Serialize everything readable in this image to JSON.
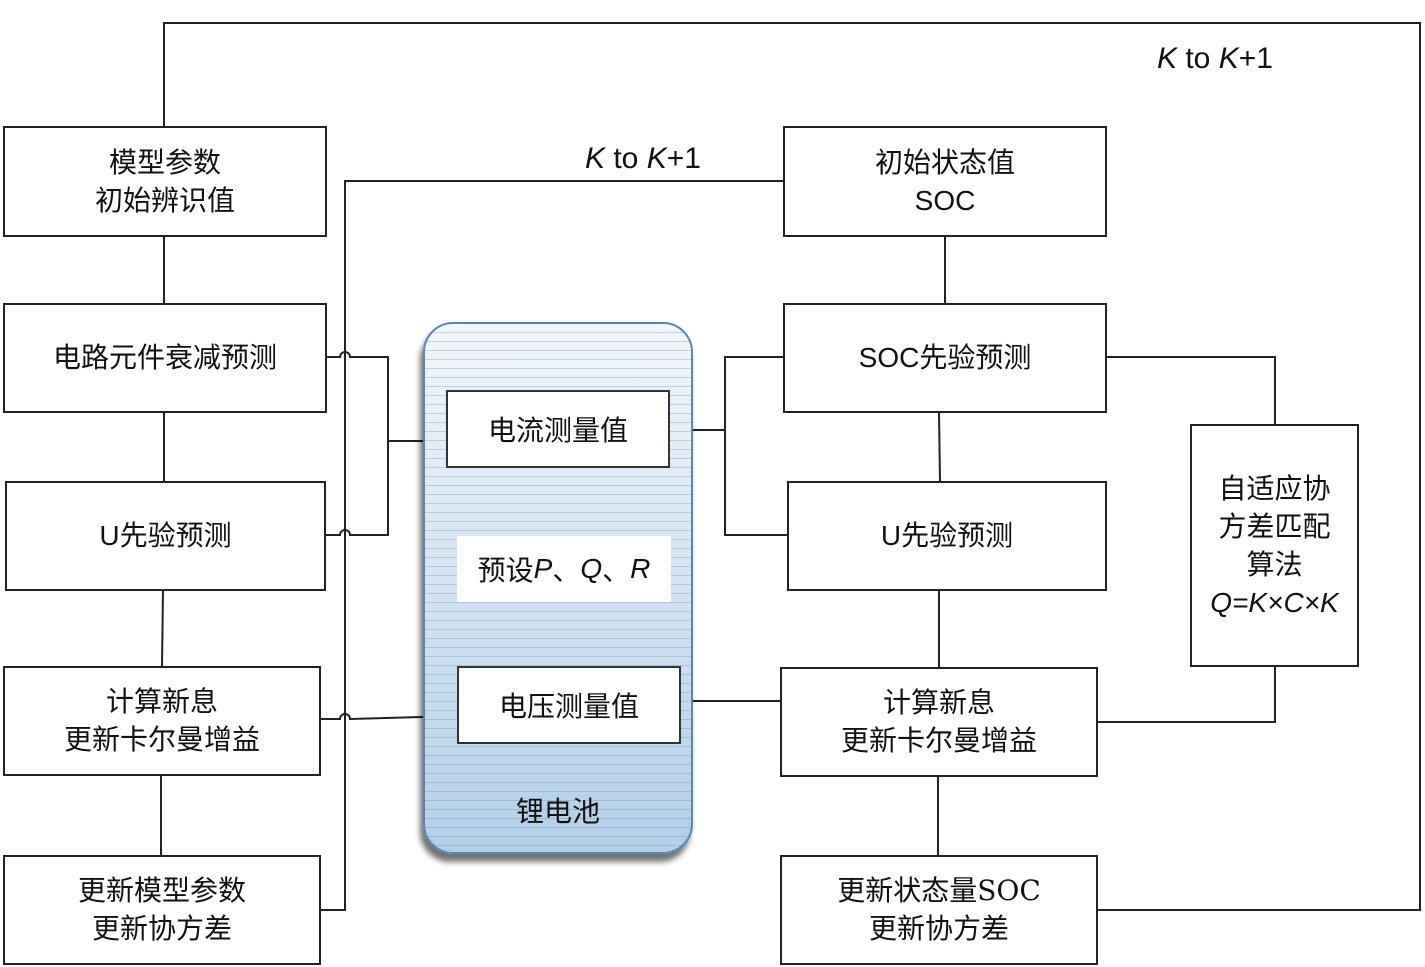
{
  "diagram": {
    "loop_labels": {
      "outer": {
        "k": "K",
        "mid": " to ",
        "k2": "K",
        "tail": "+1"
      },
      "inner": {
        "k": "K",
        "mid": " to ",
        "k2": "K",
        "tail": "+1"
      }
    },
    "left_column": [
      {
        "id": "model-params-init",
        "lines": [
          "模型参数",
          "初始辨识值"
        ]
      },
      {
        "id": "circuit-decay-predict",
        "lines": [
          "电路元件衰减预测"
        ]
      },
      {
        "id": "u-prior-predict-left",
        "lines": [
          "U先验预测"
        ]
      },
      {
        "id": "innovation-gain-left",
        "lines": [
          "计算新息",
          "更新卡尔曼增益"
        ]
      },
      {
        "id": "update-model-params",
        "lines": [
          "更新模型参数",
          "更新协方差"
        ]
      }
    ],
    "right_column": [
      {
        "id": "initial-soc",
        "lines": [
          "初始状态值",
          "SOC"
        ]
      },
      {
        "id": "soc-prior-predict",
        "lines": [
          "SOC先验预测"
        ]
      },
      {
        "id": "u-prior-predict-right",
        "lines": [
          "U先验预测"
        ]
      },
      {
        "id": "innovation-gain-right",
        "lines": [
          "计算新息",
          "更新卡尔曼增益"
        ]
      },
      {
        "id": "update-soc",
        "lines": [
          "更新状态量SOC",
          "更新协方差"
        ]
      }
    ],
    "adaptive_box": {
      "lines": [
        "自适应协",
        "方差匹配",
        "算法"
      ],
      "formula": {
        "q": "Q",
        "eq": "=",
        "k1": "K",
        "x1": "×",
        "c": "C",
        "x2": "×",
        "k2": "K"
      }
    },
    "battery": {
      "name": "锂电池",
      "current": "电流测量值",
      "voltage": "电压测量值",
      "preset": {
        "prefix": "预设",
        "p": "P",
        "sep1": "、",
        "q": "Q",
        "sep2": "、",
        "r": "R"
      }
    },
    "colors": {
      "line": "#222222",
      "battery_border": "#5a86b4",
      "battery_fill_top": "#f2f7fb",
      "battery_fill_bottom": "#b3cfe8"
    }
  }
}
